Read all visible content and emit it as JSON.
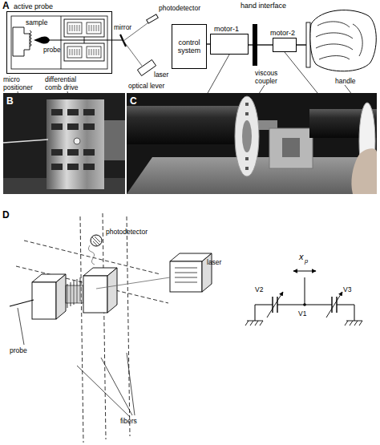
{
  "diagram": {
    "nodes": [
      {
        "text": [
          "active probe"
        ]
      },
      {
        "text": [
          "control system"
        ]
      },
      {
        "text": [
          "motor-1"
        ]
      },
      {
        "text": [
          "motor-2"
        ]
      }
    ],
    "edges": [
      {
        "from": 1,
        "to": 2,
        "arrow": "none"
      },
      {
        "from": 2,
        "to": 3,
        "arrow": "none"
      }
    ],
    "labels": [
      "A",
      "sample",
      "probe",
      "micro positioner",
      "differential comb drive",
      "photodetector",
      "mirror",
      "laser",
      "optical lever",
      "hand interface",
      "viscous coupler",
      "handle",
      "B",
      "C",
      "D",
      "photodetector",
      "laser",
      "probe",
      "fibers",
      "x",
      "p",
      "V2",
      "V1",
      "V3"
    ]
  }
}
